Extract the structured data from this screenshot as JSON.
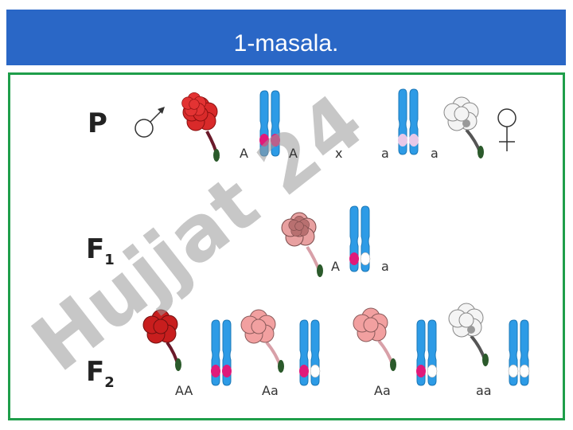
{
  "title": "1-masala.",
  "watermark": "Hujjat 24",
  "colors": {
    "title_bar": "#2a67c6",
    "frame": "#1f9e4a",
    "chromosome": "#2d9be6",
    "dominant_locus": "#e0197a",
    "recessive_locus": "#ffffff",
    "parent_recessive_locus": "#e8c8e8",
    "red_flower": "#d92a2a",
    "pink_flower": "#f2a0a0",
    "white_flower": "#f4f4f4"
  },
  "rows": {
    "p": {
      "label": "P",
      "male_symbol": "♂",
      "female_symbol": "♀",
      "allele_left_1": "A",
      "allele_left_2": "A",
      "cross": "x",
      "allele_right_1": "a",
      "allele_right_2": "a"
    },
    "f1": {
      "label": "F",
      "sub": "1",
      "allele_1": "A",
      "allele_2": "a"
    },
    "f2": {
      "label": "F",
      "sub": "2",
      "genotype_1": "AA",
      "genotype_2": "Aa",
      "genotype_3": "Aa",
      "genotype_4": "aa"
    }
  }
}
